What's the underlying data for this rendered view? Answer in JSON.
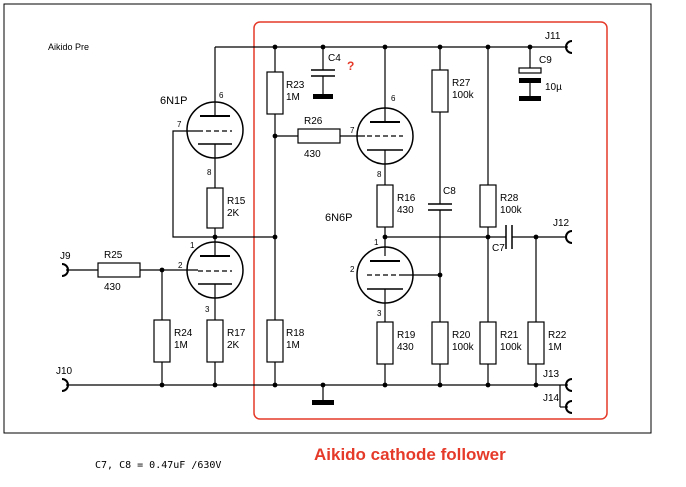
{
  "diagram": {
    "title": "Aikido cathode follower",
    "subtitle": "Aikido Pre",
    "footnote": "C7, C8 = 0.47uF /630V",
    "question_mark": "?",
    "tubes": {
      "upper_left": "6N1P",
      "lower_right": "6N6P"
    },
    "pins": {
      "p6a": "6",
      "p7a": "7",
      "p8a": "8",
      "p1a": "1",
      "p2a": "2",
      "p3a": "3",
      "p6b": "6",
      "p7b": "7",
      "p8b": "8",
      "p1b": "1",
      "p2b": "2",
      "p3b": "3"
    },
    "jacks": {
      "j9": "J9",
      "j10": "J10",
      "j11": "J11",
      "j12": "J12",
      "j13": "J13",
      "j14": "J14"
    },
    "components": {
      "r25": {
        "ref": "R25",
        "val": "430"
      },
      "r24": {
        "ref": "R24",
        "val": "1M"
      },
      "r17": {
        "ref": "R17",
        "val": "2K"
      },
      "r15": {
        "ref": "R15",
        "val": "2K"
      },
      "r23": {
        "ref": "R23",
        "val": "1M"
      },
      "r18": {
        "ref": "R18",
        "val": "1M"
      },
      "r26": {
        "ref": "R26",
        "val": "430"
      },
      "r16": {
        "ref": "R16",
        "val": "430"
      },
      "r19": {
        "ref": "R19",
        "val": "430"
      },
      "r27": {
        "ref": "R27",
        "val": "100k"
      },
      "r20": {
        "ref": "R20",
        "val": "100k"
      },
      "r28": {
        "ref": "R28",
        "val": "100k"
      },
      "r21": {
        "ref": "R21",
        "val": "100k"
      },
      "r22": {
        "ref": "R22",
        "val": "1M"
      },
      "c4": {
        "ref": "C4",
        "val": ""
      },
      "c8": {
        "ref": "C8",
        "val": ""
      },
      "c7": {
        "ref": "C7",
        "val": ""
      },
      "c9": {
        "ref": "C9",
        "val": "10µ"
      }
    },
    "colors": {
      "highlight_box": "#e53a2a",
      "title": "#e53a2a",
      "wire": "#000000"
    }
  }
}
